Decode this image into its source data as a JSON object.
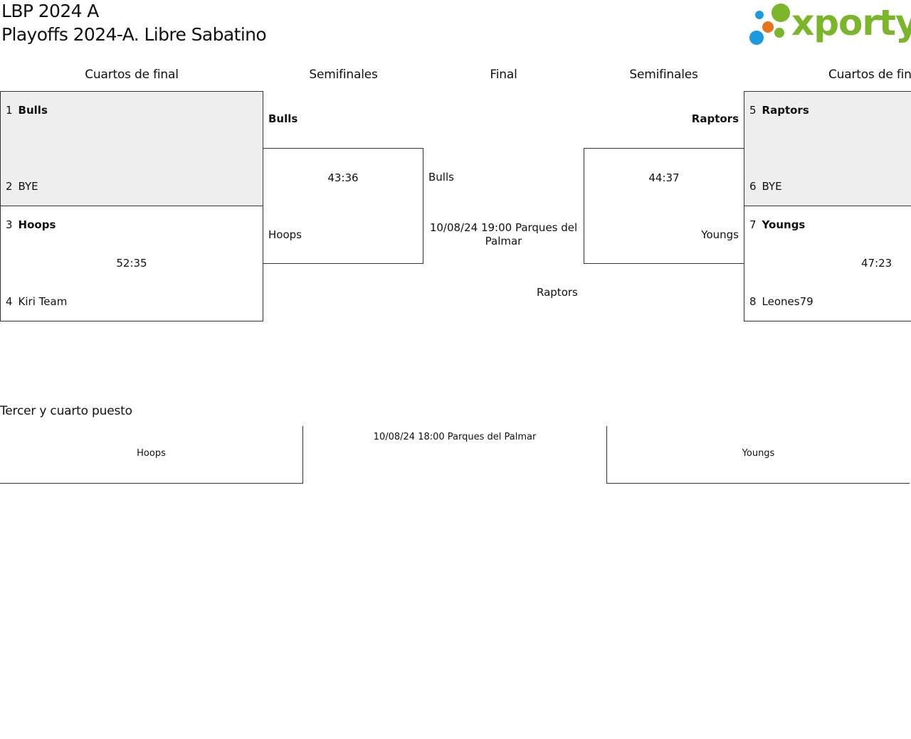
{
  "header": {
    "title_line1": "LBP 2024 A",
    "title_line2": "Playoffs 2024-A. Libre Sabatino",
    "logo_text": "xporty"
  },
  "rounds": {
    "left_qf": "Cuartos de final",
    "left_sf": "Semifinales",
    "final": "Final",
    "right_sf": "Semifinales",
    "right_qf": "Cuartos de final"
  },
  "left_qf": {
    "match1": {
      "team1_seed": "1",
      "team1": "Bulls",
      "team2_seed": "2",
      "team2": "BYE"
    },
    "match2": {
      "team1_seed": "3",
      "team1": "Hoops",
      "score": "52:35",
      "team2_seed": "4",
      "team2": "Kiri Team"
    }
  },
  "left_sf": {
    "team1": "Bulls",
    "score": "43:36",
    "team2": "Hoops"
  },
  "final": {
    "team1": "Bulls",
    "info": "10/08/24 19:00 Parques del Palmar",
    "team2": "Raptors"
  },
  "right_sf": {
    "team1": "Raptors",
    "score": "44:37",
    "team2": "Youngs"
  },
  "right_qf": {
    "match1": {
      "team1_seed": "5",
      "team1": "Raptors",
      "team2_seed": "6",
      "team2": "BYE"
    },
    "match2": {
      "team1_seed": "7",
      "team1": "Youngs",
      "score": "47:23",
      "team2_seed": "8",
      "team2": "Leones79"
    }
  },
  "third_place": {
    "label": "Tercer y cuarto puesto",
    "team1": "Hoops",
    "info": "10/08/24 18:00 Parques del Palmar",
    "team2": "Youngs"
  },
  "colors": {
    "logo_green": "#7ab52a",
    "logo_blue": "#1a9be0",
    "logo_orange": "#e8731a",
    "box_gray": "#eeeeee"
  }
}
